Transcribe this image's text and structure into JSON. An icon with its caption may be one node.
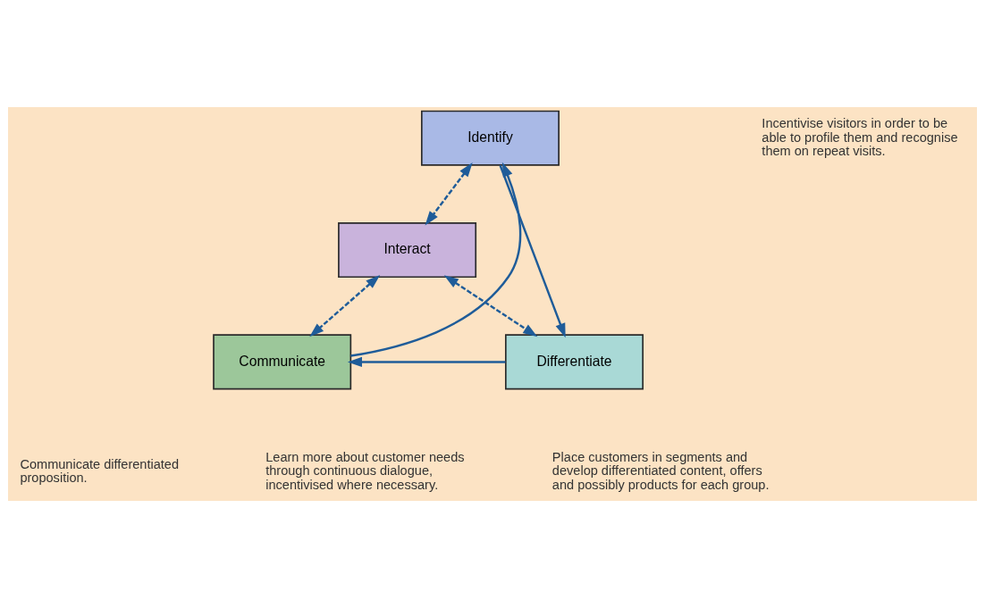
{
  "diagram": {
    "nodes": [
      {
        "text": [
          "Identify"
        ]
      },
      {
        "text": [
          "Interact"
        ]
      },
      {
        "text": [
          "Communicate"
        ]
      },
      {
        "text": [
          "Differentiate"
        ]
      }
    ],
    "edges": [
      {
        "from": 0,
        "to": 3,
        "arrow": "to"
      },
      {
        "from": 3,
        "to": 2,
        "arrow": "to"
      },
      {
        "from": 2,
        "to": 0,
        "arrow": "to"
      },
      {
        "from": 1,
        "to": 0,
        "arrow": "both",
        "style": "dashed"
      },
      {
        "from": 1,
        "to": 2,
        "arrow": "both",
        "style": "dashed"
      },
      {
        "from": 1,
        "to": 3,
        "arrow": "both",
        "style": "dashed"
      }
    ],
    "labels": [
      "Incentivise visitors in order to be able to profile them and recognise them on repeat visits.",
      "Communicate differentiated proposition.",
      "Learn more about customer needs through continuous dialogue, incentivised where necessary.",
      "Place customers in segments and develop differentiated content, offers and possibly products for each group."
    ]
  }
}
